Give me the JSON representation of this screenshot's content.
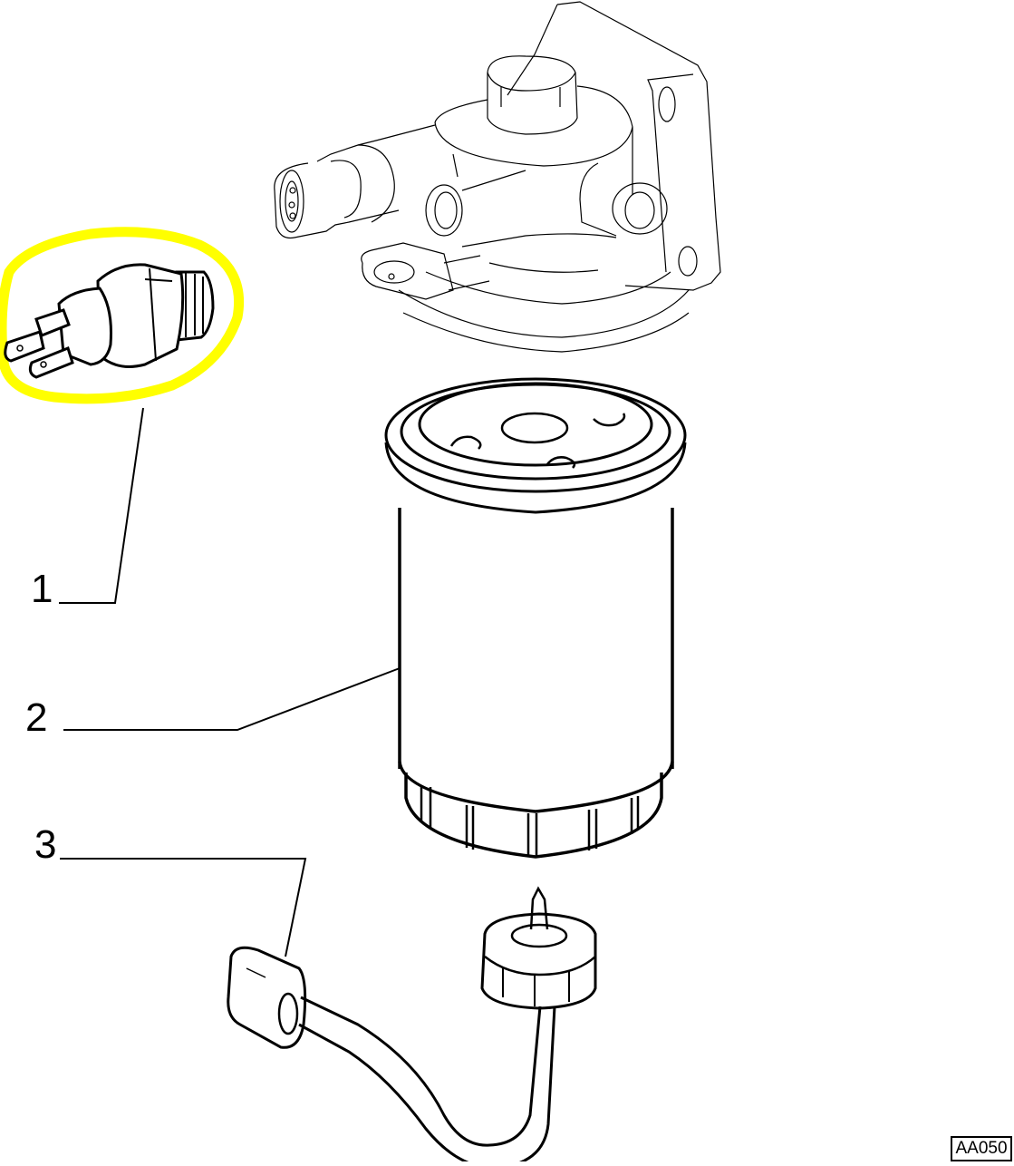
{
  "diagram": {
    "type": "exploded-parts-diagram",
    "subject": "fuel filter assembly",
    "reference_code": "AA050",
    "highlight_color": "#ffff00",
    "line_color": "#000000",
    "ghost_line_color": "#000000",
    "callouts": [
      {
        "number": "1",
        "part": "sensor switch (highlighted)"
      },
      {
        "number": "2",
        "part": "filter cartridge"
      },
      {
        "number": "3",
        "part": "drain plug with cable connector"
      }
    ],
    "context_part": "filter head (outline only)"
  }
}
